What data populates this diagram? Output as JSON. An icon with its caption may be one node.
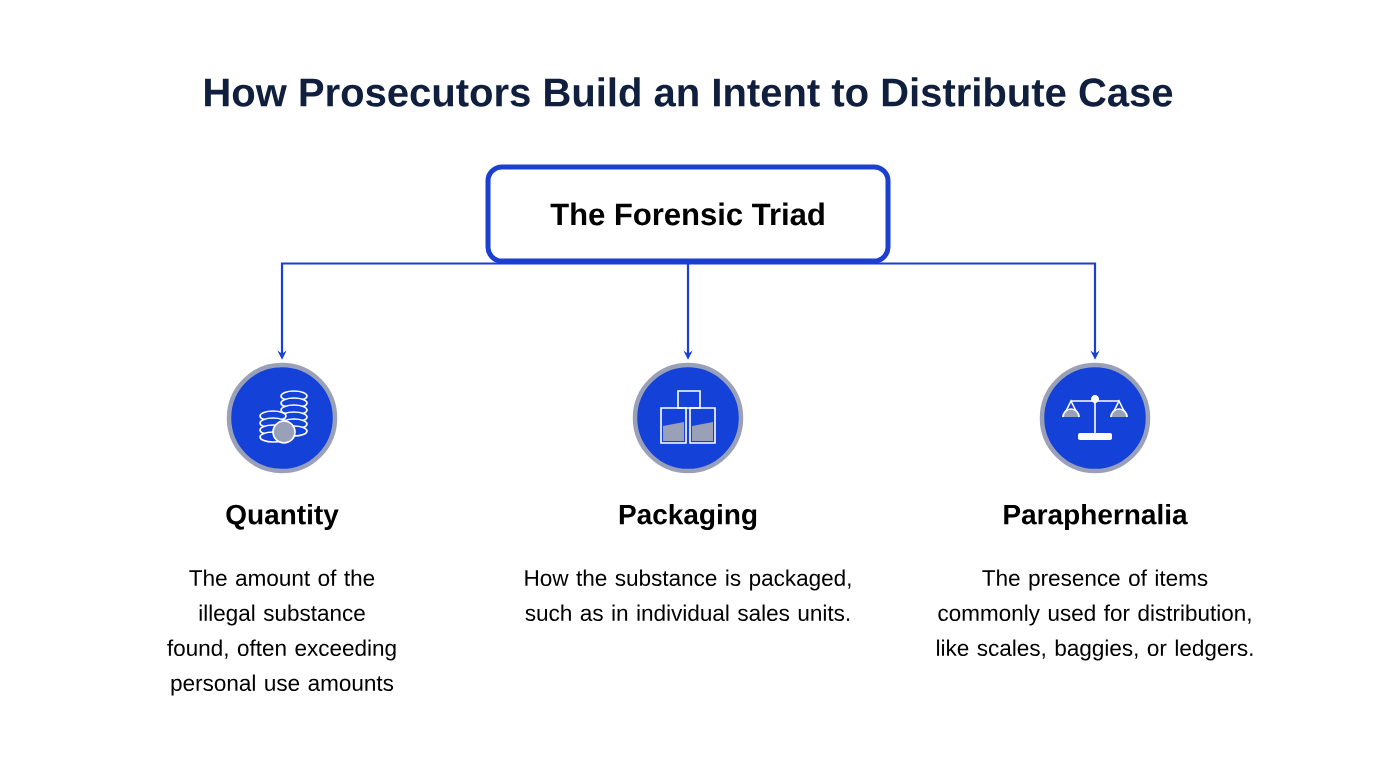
{
  "diagram": {
    "title": "How Prosecutors Build an Intent to Distribute Case",
    "nodes": [
      {
        "text": [
          "The Forensic Triad"
        ]
      },
      {
        "text": [],
        "shape": "circle",
        "beside": [
          "Quantity",
          "The amount of the illegal substance found, often exceeding personal use amounts"
        ]
      },
      {
        "text": [],
        "shape": "circle",
        "beside": [
          "Packaging",
          "How the substance is packaged, such as in individual sales units."
        ]
      },
      {
        "text": [],
        "shape": "circle",
        "beside": [
          "Paraphernalia",
          "The presence of items commonly used for distribution, like scales, baggies, or ledgers."
        ]
      }
    ],
    "edges": [
      {
        "from": 0,
        "to": 1,
        "arrow": "to"
      },
      {
        "from": 0,
        "to": 2,
        "arrow": "to"
      },
      {
        "from": 0,
        "to": 3,
        "arrow": "to"
      }
    ]
  }
}
